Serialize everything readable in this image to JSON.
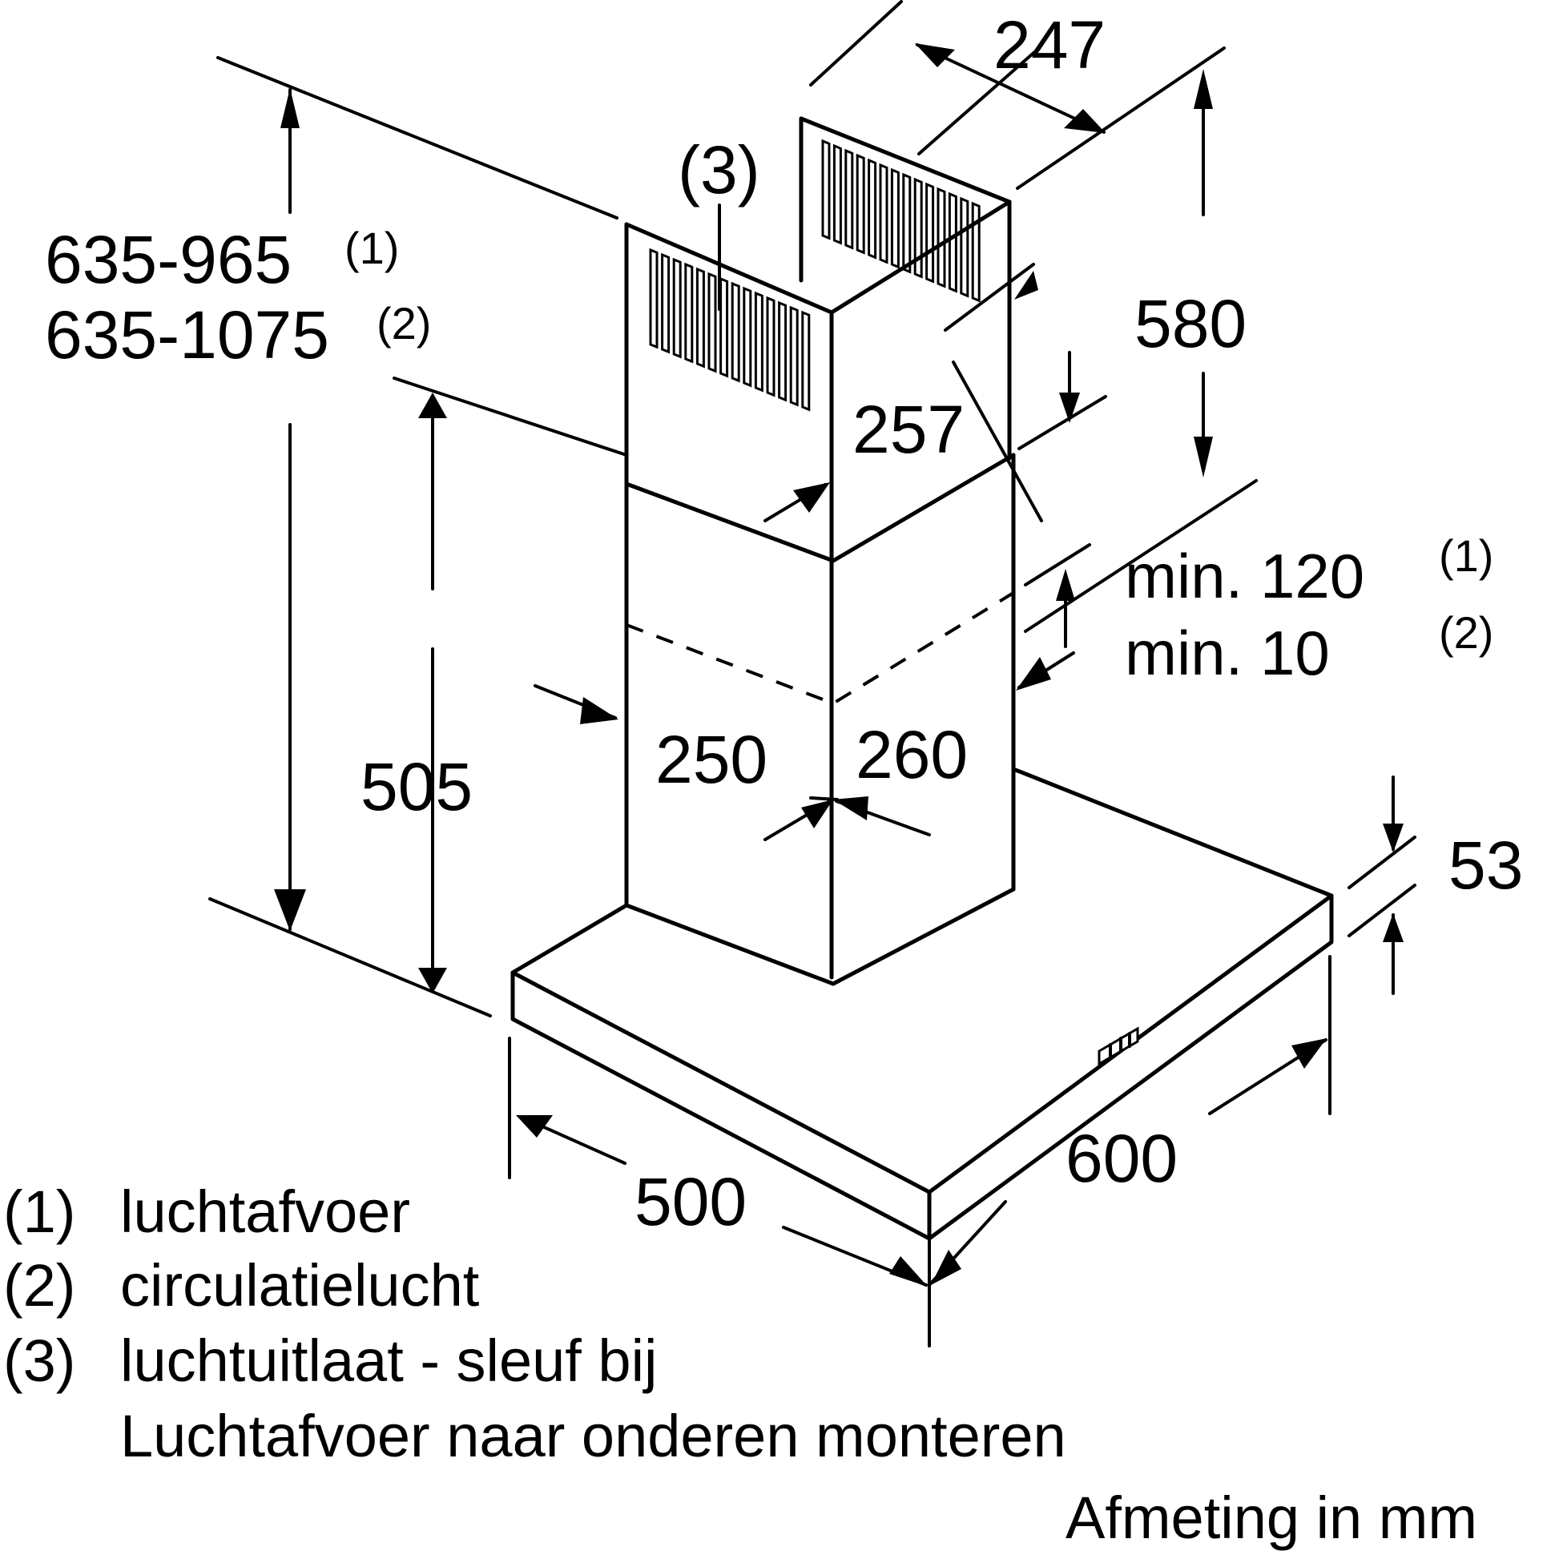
{
  "title": "Afmeting in mm",
  "unit": "mm",
  "dimensions": {
    "total_height_exhaust": "635-965",
    "total_height_exhaust_note": "(1)",
    "total_height_recirc": "635-1075",
    "total_height_recirc_note": "(2)",
    "upper_chimney_depth": "247",
    "upper_chimney_height": "580",
    "upper_chimney_width": "257",
    "lower_chimney_height": "505",
    "lower_chimney_width": "250",
    "lower_chimney_depth": "260",
    "min_gap_exhaust": "min. 120",
    "min_gap_exhaust_note": "(1)",
    "min_gap_recirc": "min. 10",
    "min_gap_recirc_note": "(2)",
    "canopy_height": "53",
    "canopy_depth": "500",
    "canopy_width": "600",
    "slot_callout": "(3)"
  },
  "legend": [
    {
      "key": "(1)",
      "text": "luchtafvoer"
    },
    {
      "key": "(2)",
      "text": "circulatielucht"
    },
    {
      "key": "(3)",
      "text": "luchtuitlaat - sleuf bij"
    },
    {
      "key": "",
      "text": "Luchtafvoer naar onderen monteren"
    }
  ]
}
